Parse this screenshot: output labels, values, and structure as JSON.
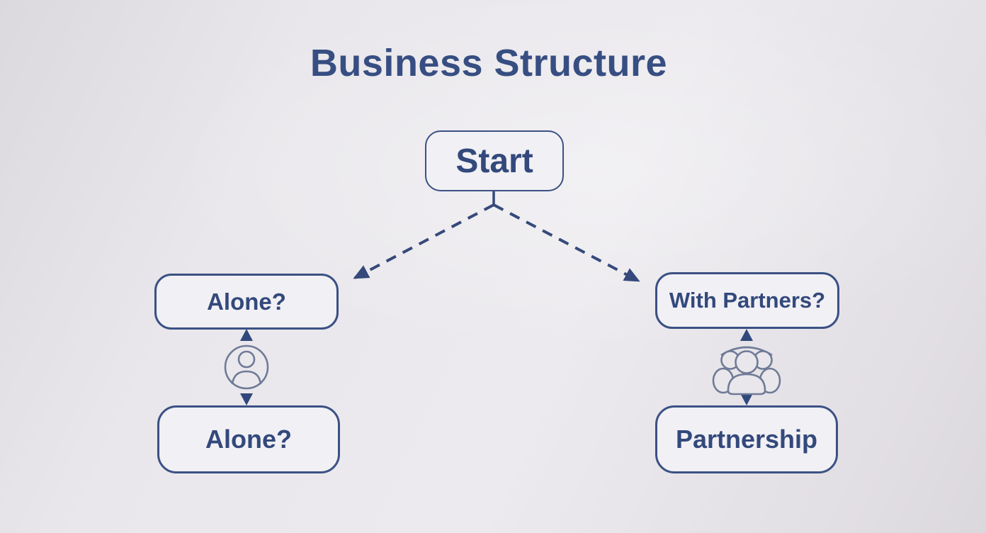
{
  "title": "Business Structure",
  "nodes": {
    "start": {
      "label": "Start"
    },
    "alone_question": {
      "label": "Alone?"
    },
    "with_partners": {
      "label": "With Partners?"
    },
    "alone_outcome": {
      "label": "Alone?"
    },
    "partnership": {
      "label": "Partnership"
    }
  },
  "edges": [
    {
      "from": "start",
      "to": "alone_question",
      "style": "dashed",
      "arrow": "one-way"
    },
    {
      "from": "start",
      "to": "with_partners",
      "style": "dashed",
      "arrow": "one-way"
    },
    {
      "from": "alone_question",
      "to": "alone_outcome",
      "style": "icon-link",
      "arrow": "two-way",
      "icon": "person-icon"
    },
    {
      "from": "with_partners",
      "to": "partnership",
      "style": "icon-link",
      "arrow": "two-way",
      "icon": "people-group-icon"
    }
  ],
  "colors": {
    "navy": "#36497B",
    "node_border": "#3B5184",
    "node_fill": "#F1F0F4",
    "icon_stroke": "#6F7B97",
    "background": "#E8E6EA"
  }
}
